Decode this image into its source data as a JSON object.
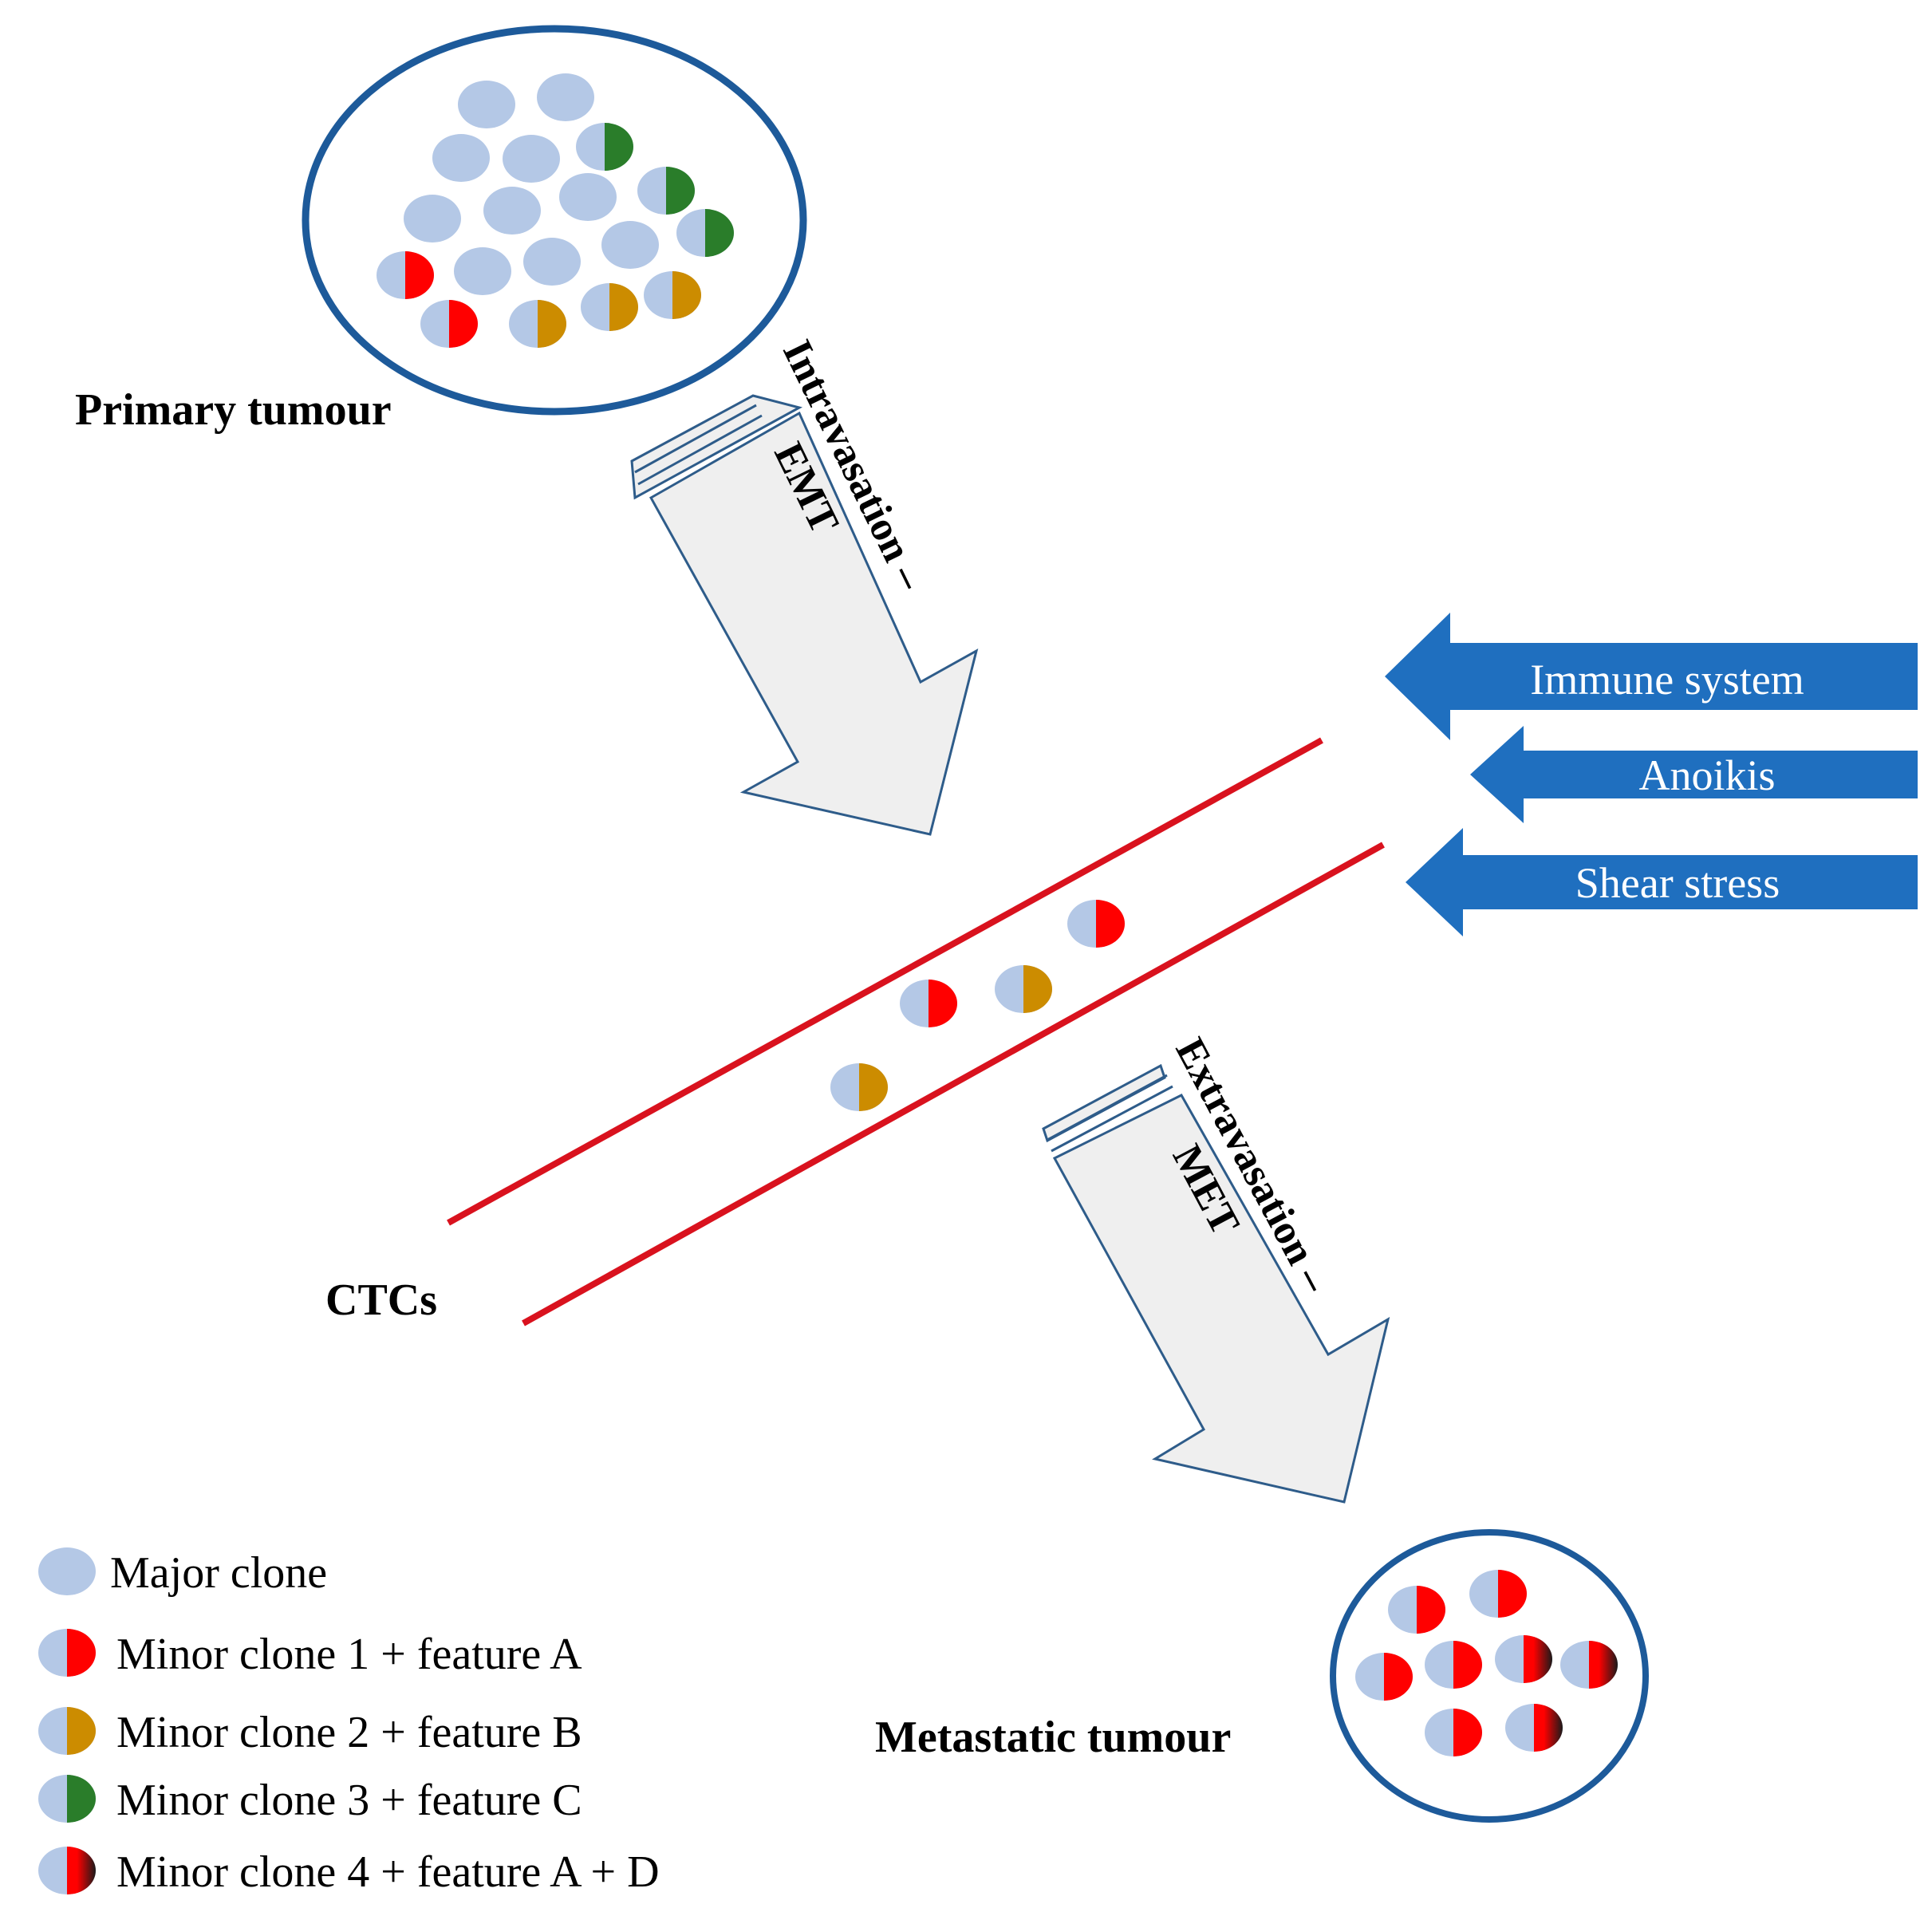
{
  "labels": {
    "primary": "Primary tumour",
    "ctcs": "CTCs",
    "metastatic": "Metastatic tumour"
  },
  "process_arrows": {
    "intravasation": {
      "line1": "Intravasation –",
      "line2": "EMT"
    },
    "extravasation": {
      "line1": "Extravasation –",
      "line2": "MET"
    }
  },
  "pressures": [
    {
      "label": "Immune system"
    },
    {
      "label": "Anoikis"
    },
    {
      "label": "Shear stress"
    }
  ],
  "legend": [
    {
      "type": "major",
      "label": "Major clone"
    },
    {
      "type": "red",
      "label": "Minor clone 1 + feature A"
    },
    {
      "type": "orange",
      "label": "Minor clone 2 + feature B"
    },
    {
      "type": "green",
      "label": "Minor clone 3 + feature C"
    },
    {
      "type": "redblack",
      "label": "Minor clone 4 + feature A + D"
    }
  ],
  "colors": {
    "major": "#b4c8e6",
    "red": "#ff0000",
    "orange": "#cc8c00",
    "green": "#2a7d2a",
    "black": "#1a1a1a",
    "circle_outline": "#1d5a9a",
    "vessel": "#d9121e",
    "pressure_arrow": "#1f6fbf",
    "process_arrow_fill": "#efefef",
    "process_arrow_stroke": "#2e5c8a"
  }
}
